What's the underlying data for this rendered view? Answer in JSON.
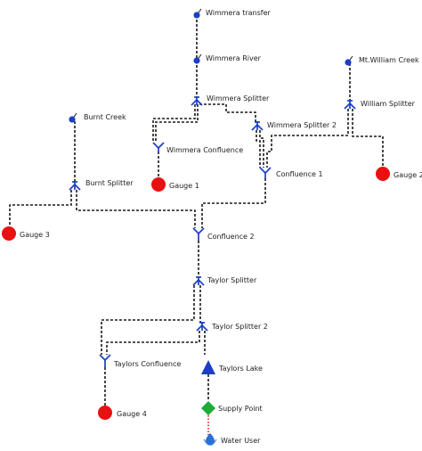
{
  "colors": {
    "link": "#1a1a1a",
    "inflow_node": "#1a3fc4",
    "splitter": "#1a3fc4",
    "gauge": "#e81010",
    "storage": "#1a3fc4",
    "supply_point": "#1eab3a",
    "water_user": "#2a6fd6",
    "supply_link": "#cc2222"
  },
  "nodes": {
    "wimmera_transfer": {
      "label": "Wimmera transfer",
      "icon": "inflow-node-icon"
    },
    "wimmera_river": {
      "label": "Wimmera River",
      "icon": "inflow-node-icon"
    },
    "mt_william_creek": {
      "label": "Mt.William Creek",
      "icon": "inflow-node-icon"
    },
    "burnt_creek": {
      "label": "Burnt Creek",
      "icon": "inflow-node-icon"
    },
    "wimmera_splitter": {
      "label": "Wimmera Splitter",
      "icon": "splitter-icon"
    },
    "wimmera_splitter_2": {
      "label": "Wimmera Splitter 2",
      "icon": "splitter-icon"
    },
    "william_splitter": {
      "label": "William Splitter",
      "icon": "splitter-icon"
    },
    "wimmera_confluence": {
      "label": "Wimmera Confluence",
      "icon": "confluence-icon"
    },
    "gauge_1": {
      "label": "Gauge 1",
      "icon": "gauge-icon"
    },
    "confluence_1": {
      "label": "Confluence 1",
      "icon": "confluence-icon"
    },
    "gauge_2": {
      "label": "Gauge 2",
      "icon": "gauge-icon"
    },
    "burnt_splitter": {
      "label": "Burnt Splitter",
      "icon": "splitter-icon"
    },
    "gauge_3": {
      "label": "Gauge 3",
      "icon": "gauge-icon"
    },
    "confluence_2": {
      "label": "Confluence 2",
      "icon": "confluence-icon"
    },
    "taylor_splitter": {
      "label": "Taylor Splitter",
      "icon": "splitter-icon"
    },
    "taylor_splitter_2": {
      "label": "Taylor Splitter 2",
      "icon": "splitter-icon"
    },
    "taylors_confluence": {
      "label": "Taylors Confluence",
      "icon": "confluence-icon"
    },
    "taylors_lake": {
      "label": "Taylors Lake",
      "icon": "storage-icon"
    },
    "gauge_4": {
      "label": "Gauge 4",
      "icon": "gauge-icon"
    },
    "supply_point": {
      "label": "Supply Point",
      "icon": "supply-point-icon"
    },
    "water_user": {
      "label": "Water User",
      "icon": "water-user-icon"
    }
  }
}
